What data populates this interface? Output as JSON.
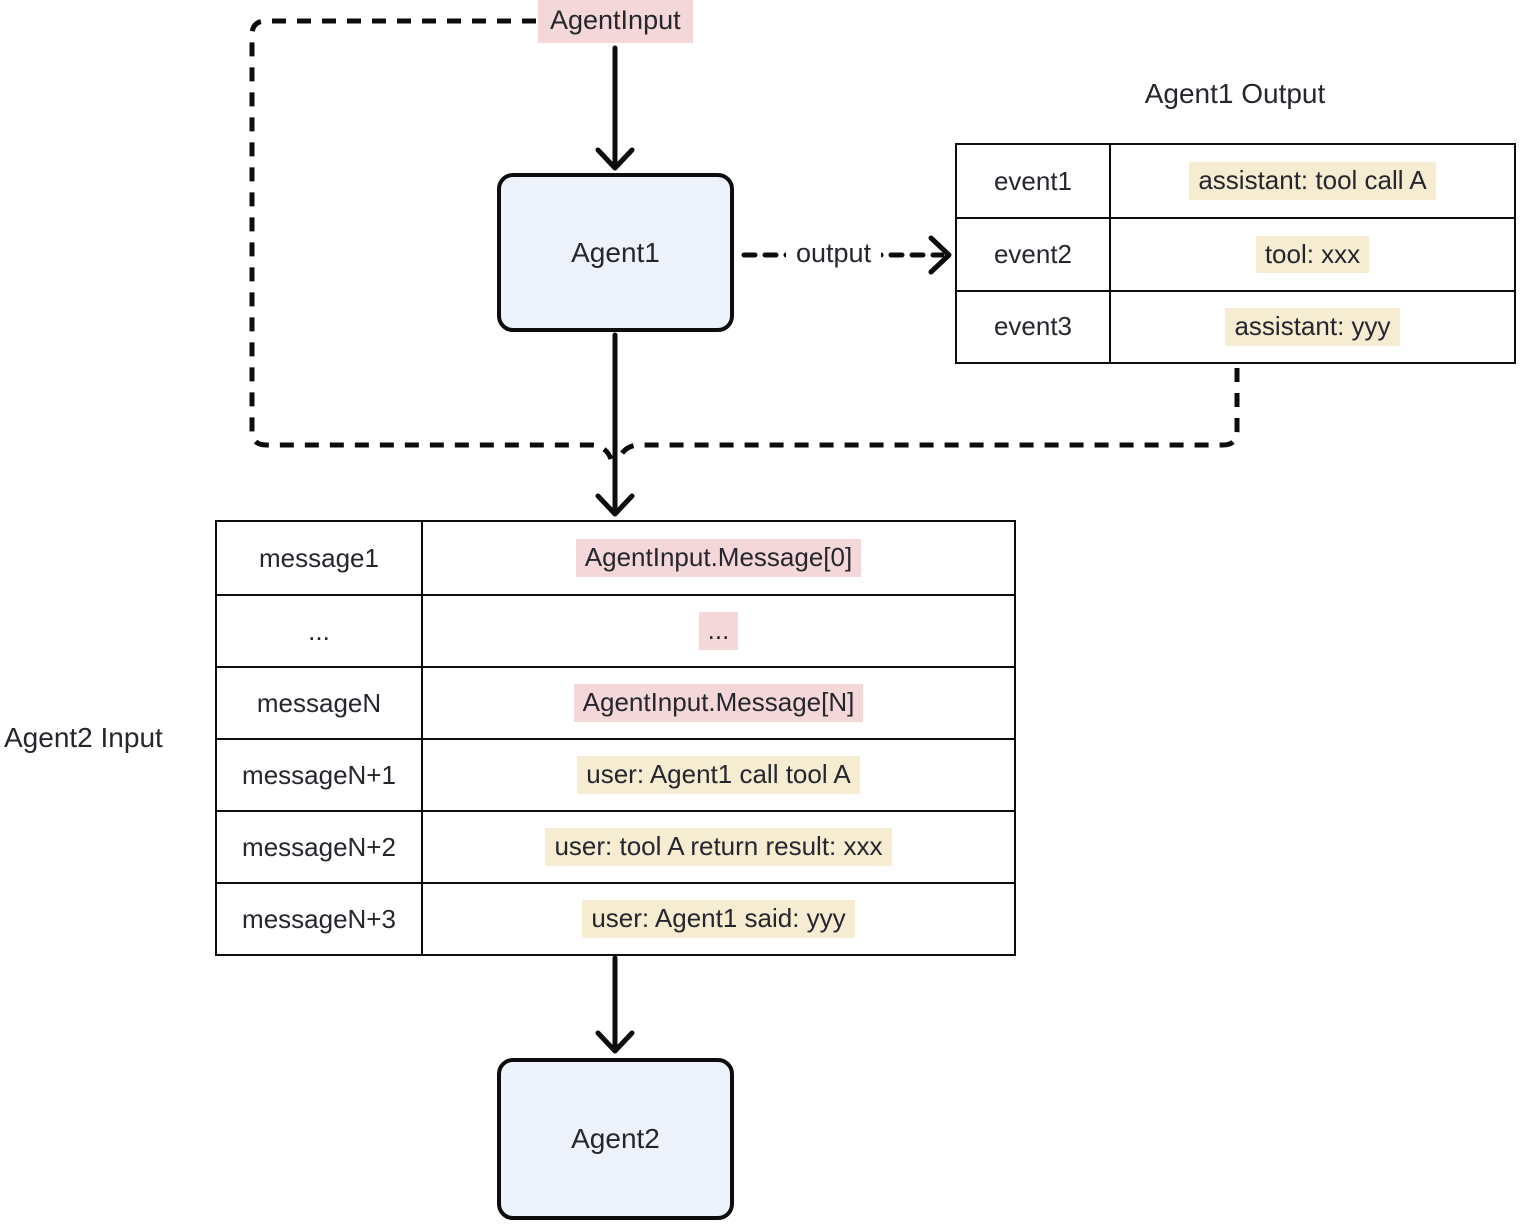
{
  "diagram": {
    "agent_input_label": "AgentInput",
    "nodes": {
      "agent1": "Agent1",
      "agent2": "Agent2"
    },
    "edges": {
      "output_label": "output"
    },
    "agent1_output": {
      "title": "Agent1 Output",
      "rows": [
        {
          "key": "event1",
          "value": "assistant: tool call A"
        },
        {
          "key": "event2",
          "value": "tool: xxx"
        },
        {
          "key": "event3",
          "value": "assistant: yyy"
        }
      ]
    },
    "agent2_input": {
      "title": "Agent2 Input",
      "rows": [
        {
          "key": "message1",
          "value": "AgentInput.Message[0]"
        },
        {
          "key": "...",
          "value": "..."
        },
        {
          "key": "messageN",
          "value": "AgentInput.Message[N]"
        },
        {
          "key": "messageN+1",
          "value": "user: Agent1 call tool A"
        },
        {
          "key": "messageN+2",
          "value": "user: tool A return result: xxx"
        },
        {
          "key": "messageN+3",
          "value": "user: Agent1 said: yyy"
        }
      ]
    },
    "colors": {
      "pink_highlight": "#f4d7d9",
      "yellow_highlight": "#f5ecd2",
      "node_fill": "#eef2fb",
      "line": "#0d0d0d",
      "text": "#26262e"
    }
  }
}
